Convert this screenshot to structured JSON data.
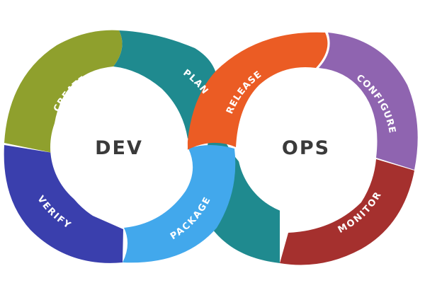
{
  "diagram": {
    "hubs": {
      "dev": "DEV",
      "ops": "OPS"
    },
    "stages": {
      "plan": {
        "label": "PLAN",
        "color": "#1f8a8f"
      },
      "create": {
        "label": "CREATE",
        "color": "#8fa02d"
      },
      "verify": {
        "label": "VERIFY",
        "color": "#3a3fad"
      },
      "package": {
        "label": "PACKAGE",
        "color": "#42a8ec"
      },
      "release": {
        "label": "RELEASE",
        "color": "#eb5c24"
      },
      "configure": {
        "label": "CONFIGURE",
        "color": "#8f64b0"
      },
      "monitor": {
        "label": "MONITOR",
        "color": "#a5302e"
      }
    },
    "connector_color": "#1f8a8f"
  }
}
